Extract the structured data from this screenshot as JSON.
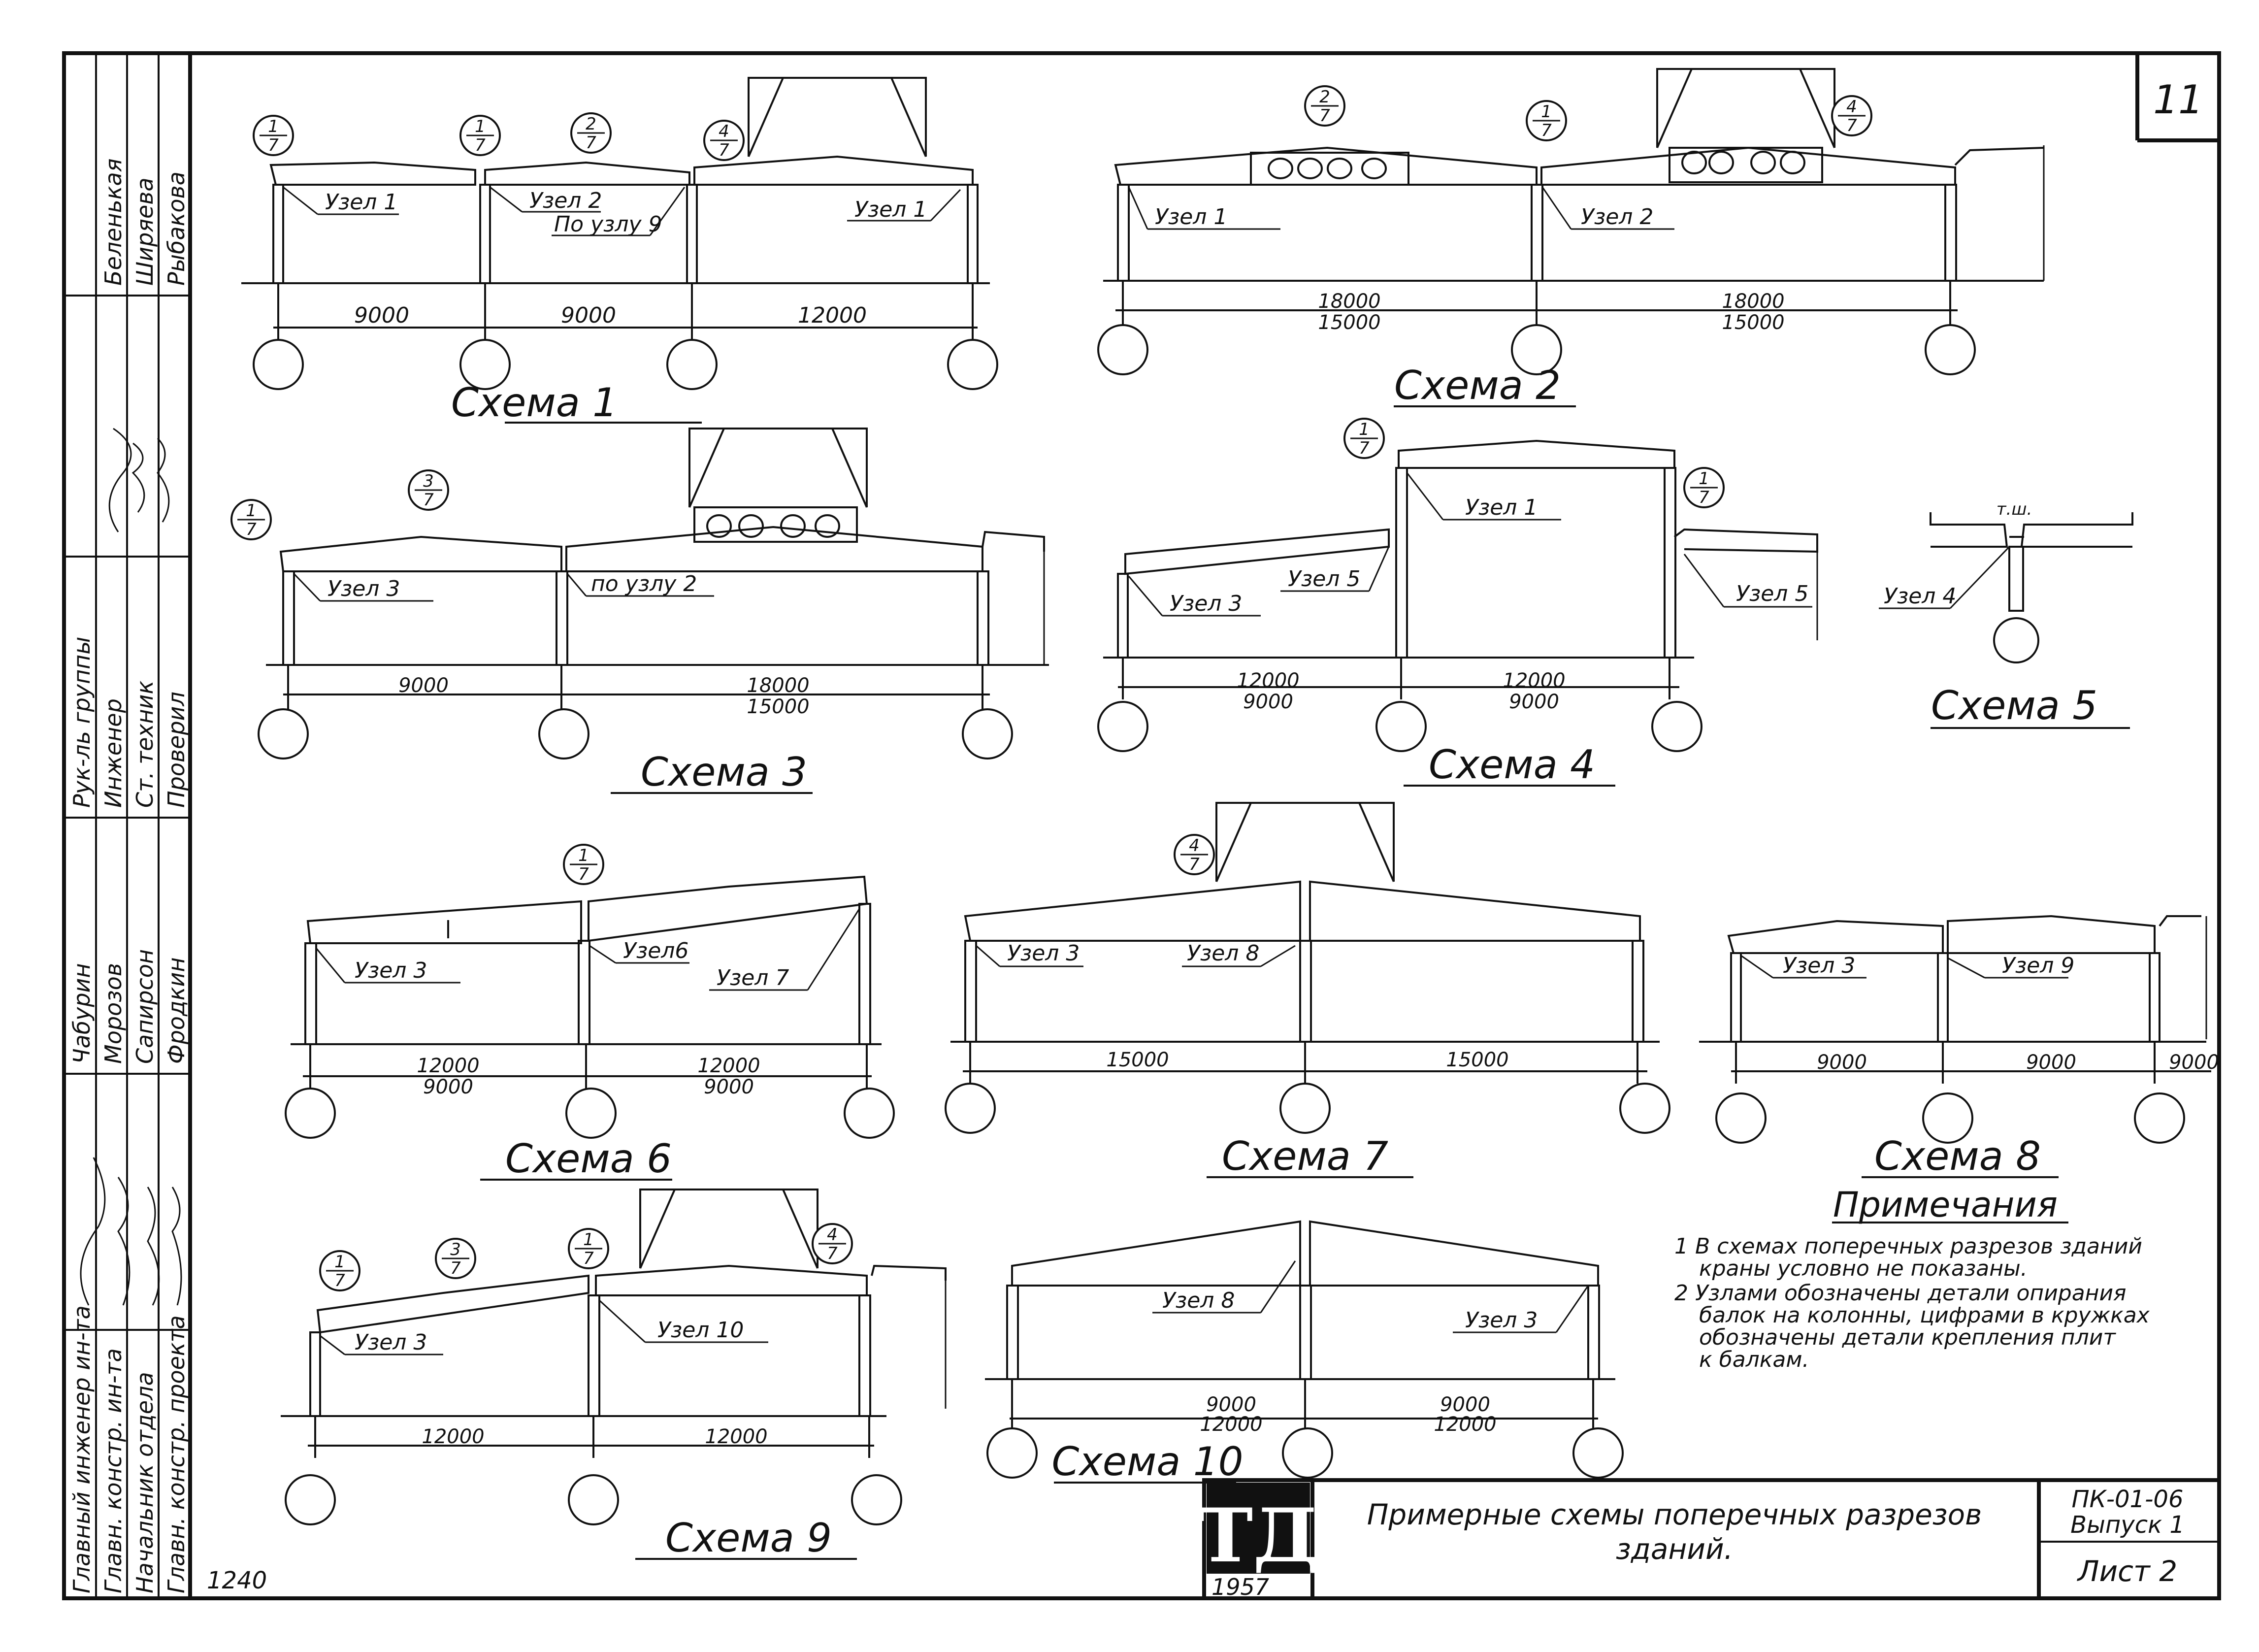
{
  "sheet_number": "11",
  "stamp_code": "1240",
  "left_block": {
    "roles": [
      "Главный инженер ин-та",
      "Главн. констр. ин-та",
      "Начальник отдела",
      "Главн. констр. проекта",
      "Рук-ль группы",
      "Инженер",
      "Ст. техник",
      "Проверил"
    ],
    "names": [
      "Беленькая",
      "Ширяева",
      "Рыбакова",
      "Чабурин",
      "Морозов",
      "Сапирсон",
      "Фродкин"
    ]
  },
  "title_block": {
    "logo": "ТД",
    "year": "1957",
    "title_line1": "Примерные схемы поперечных разрезов",
    "title_line2": "зданий.",
    "code": "ПК-01-06",
    "issue": "Выпуск 1",
    "sheet": "Лист 2"
  },
  "notes": {
    "heading": "Примечания",
    "items": [
      "1  В схемах поперечных разрезов зданий",
      "краны условно не показаны.",
      "2  Узлами обозначены детали опирания",
      "балок на колонны, цифрами в кружках",
      "обозначены детали крепления плит",
      "к балкам."
    ]
  },
  "schemes": [
    {
      "title": "Схема 1",
      "spans": [
        "9000",
        "9000",
        "12000"
      ],
      "nodes": [
        "Узел 1",
        "Узел 2",
        "По узлу 9",
        "Узел 1"
      ],
      "marks": [
        {
          "t": "1",
          "b": "7"
        },
        {
          "t": "1",
          "b": "7"
        },
        {
          "t": "2",
          "b": "7"
        },
        {
          "t": "4",
          "b": "7"
        }
      ]
    },
    {
      "title": "Схема 2",
      "spans": [
        [
          "18000",
          "15000"
        ],
        [
          "18000",
          "15000"
        ]
      ],
      "nodes": [
        "Узел 1",
        "Узел 2"
      ],
      "marks": [
        {
          "t": "2",
          "b": "7"
        },
        {
          "t": "1",
          "b": "7"
        },
        {
          "t": "4",
          "b": "7"
        }
      ]
    },
    {
      "title": "Схема 3",
      "spans": [
        "9000",
        [
          "18000",
          "15000"
        ]
      ],
      "nodes": [
        "Узел 3",
        "по узлу 2"
      ],
      "marks": [
        {
          "t": "1",
          "b": "7"
        },
        {
          "t": "3",
          "b": "7"
        }
      ]
    },
    {
      "title": "Схема 4",
      "spans": [
        [
          "12000",
          "9000"
        ],
        [
          "12000",
          "9000"
        ]
      ],
      "nodes": [
        "Узел 3",
        "Узел 5",
        "Узел 1",
        "Узел 5"
      ],
      "marks": [
        {
          "t": "1",
          "b": "7"
        },
        {
          "t": "1",
          "b": "7"
        }
      ]
    },
    {
      "title": "Схема 5",
      "nodes": [
        "Узел 4"
      ],
      "label": "т.ш."
    },
    {
      "title": "Схема 6",
      "spans": [
        [
          "12000",
          "9000"
        ],
        [
          "12000",
          "9000"
        ]
      ],
      "nodes": [
        "Узел 3",
        "Узел6",
        "Узел 7"
      ],
      "marks": [
        {
          "t": "1",
          "b": "7"
        }
      ]
    },
    {
      "title": "Схема 7",
      "spans": [
        "15000",
        "15000"
      ],
      "nodes": [
        "Узел 3",
        "Узел 8"
      ],
      "marks": [
        {
          "t": "4",
          "b": "7"
        }
      ]
    },
    {
      "title": "Схема 8",
      "spans": [
        "9000",
        "9000",
        "9000"
      ],
      "nodes": [
        "Узел 3",
        "Узел 9"
      ]
    },
    {
      "title": "Схема 9",
      "spans": [
        "12000",
        "12000"
      ],
      "nodes": [
        "Узел 3",
        "Узел 10"
      ],
      "marks": [
        {
          "t": "1",
          "b": "7"
        },
        {
          "t": "3",
          "b": "7"
        },
        {
          "t": "1",
          "b": "7"
        },
        {
          "t": "4",
          "b": "7"
        }
      ]
    },
    {
      "title": "Схема 10",
      "spans": [
        [
          "9000",
          "12000"
        ],
        [
          "9000",
          "12000"
        ]
      ],
      "nodes": [
        "Узел 8",
        "Узел 3"
      ]
    }
  ]
}
